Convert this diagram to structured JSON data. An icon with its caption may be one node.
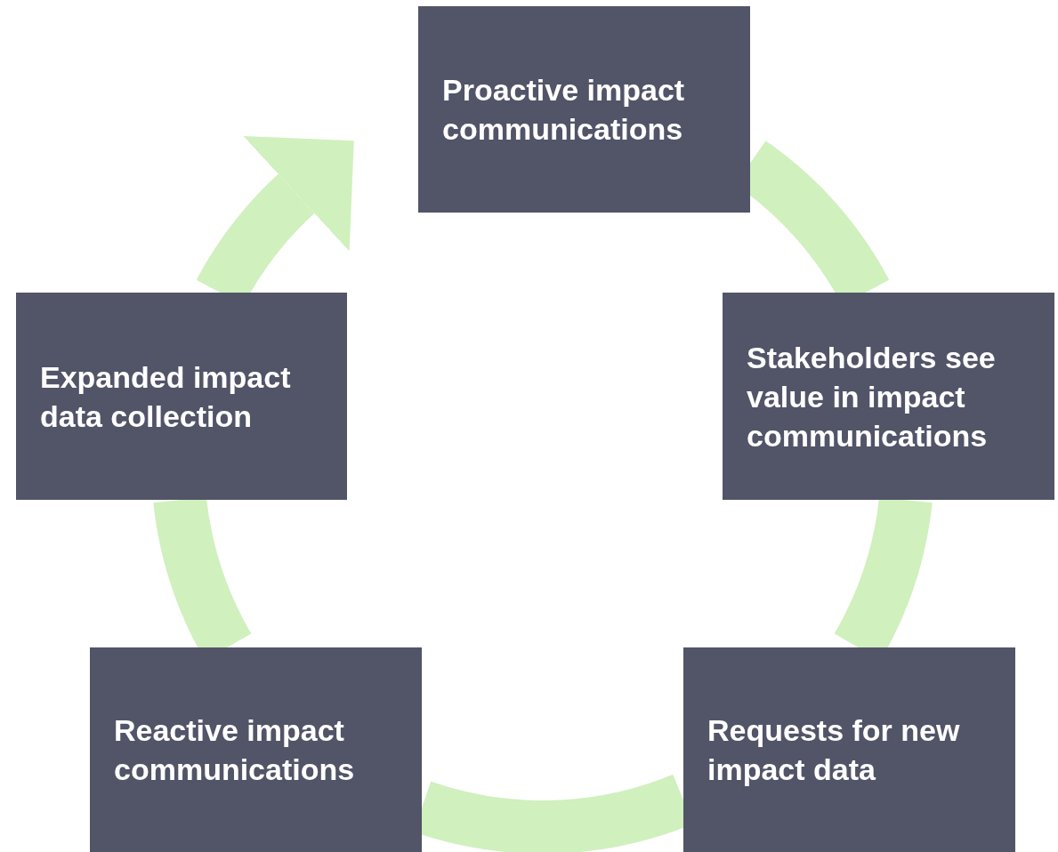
{
  "diagram": {
    "nodes": [
      {
        "text": [
          "Proactive impact communications"
        ]
      },
      {
        "text": [
          "Stakeholders see value in impact communications"
        ]
      },
      {
        "text": [
          "Requests for new impact data"
        ]
      },
      {
        "text": [
          "Reactive impact communications"
        ]
      },
      {
        "text": [
          "Expanded impact data collection"
        ]
      }
    ],
    "edges": [
      {
        "from": 0,
        "to": 1,
        "arrow": "none"
      },
      {
        "from": 1,
        "to": 2,
        "arrow": "none"
      },
      {
        "from": 2,
        "to": 3,
        "arrow": "none"
      },
      {
        "from": 3,
        "to": 4,
        "arrow": "none"
      },
      {
        "from": 4,
        "to": 0,
        "arrow": "to"
      }
    ]
  }
}
